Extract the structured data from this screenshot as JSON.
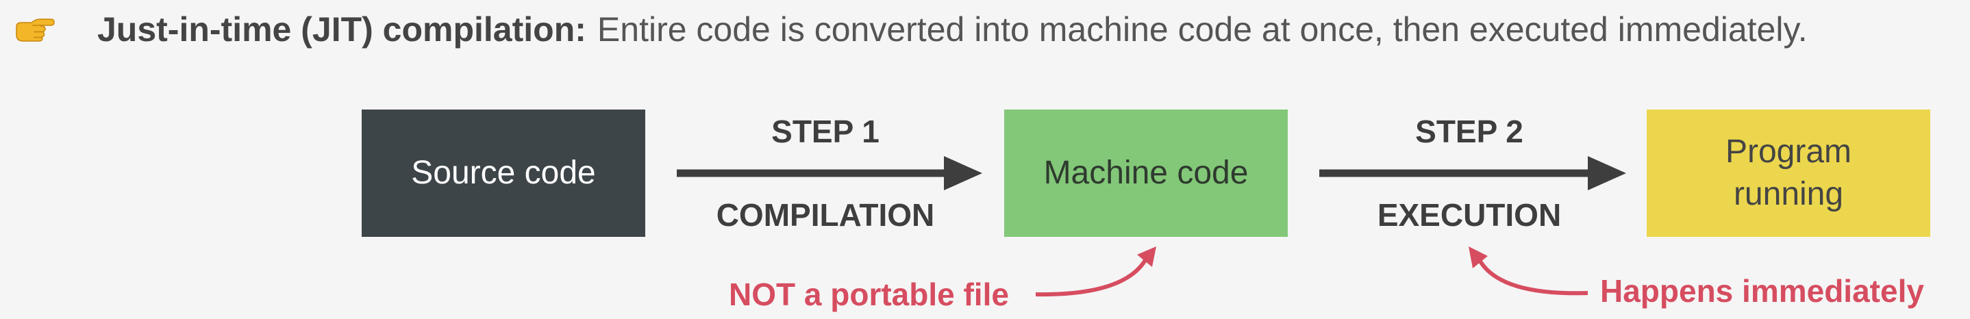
{
  "header": {
    "icon": "pointing-hand-icon",
    "term": "Just-in-time (JIT) compilation:",
    "definition": "Entire code is converted into machine code at once, then executed immediately."
  },
  "diagram": {
    "boxes": {
      "source": "Source code",
      "machine": "Machine code",
      "program_line1": "Program",
      "program_line2": "running"
    },
    "steps": {
      "step1_title": "STEP 1",
      "step1_name": "COMPILATION",
      "step2_title": "STEP 2",
      "step2_name": "EXECUTION"
    },
    "annotations": {
      "portable": "NOT a portable file",
      "immediate": "Happens immediately"
    }
  },
  "colors": {
    "background": "#f5f5f5",
    "source_box": "#3d4549",
    "machine_box": "#82c878",
    "program_box": "#ecd64d",
    "arrow": "#3e3e3e",
    "annotation": "#d64d60"
  }
}
